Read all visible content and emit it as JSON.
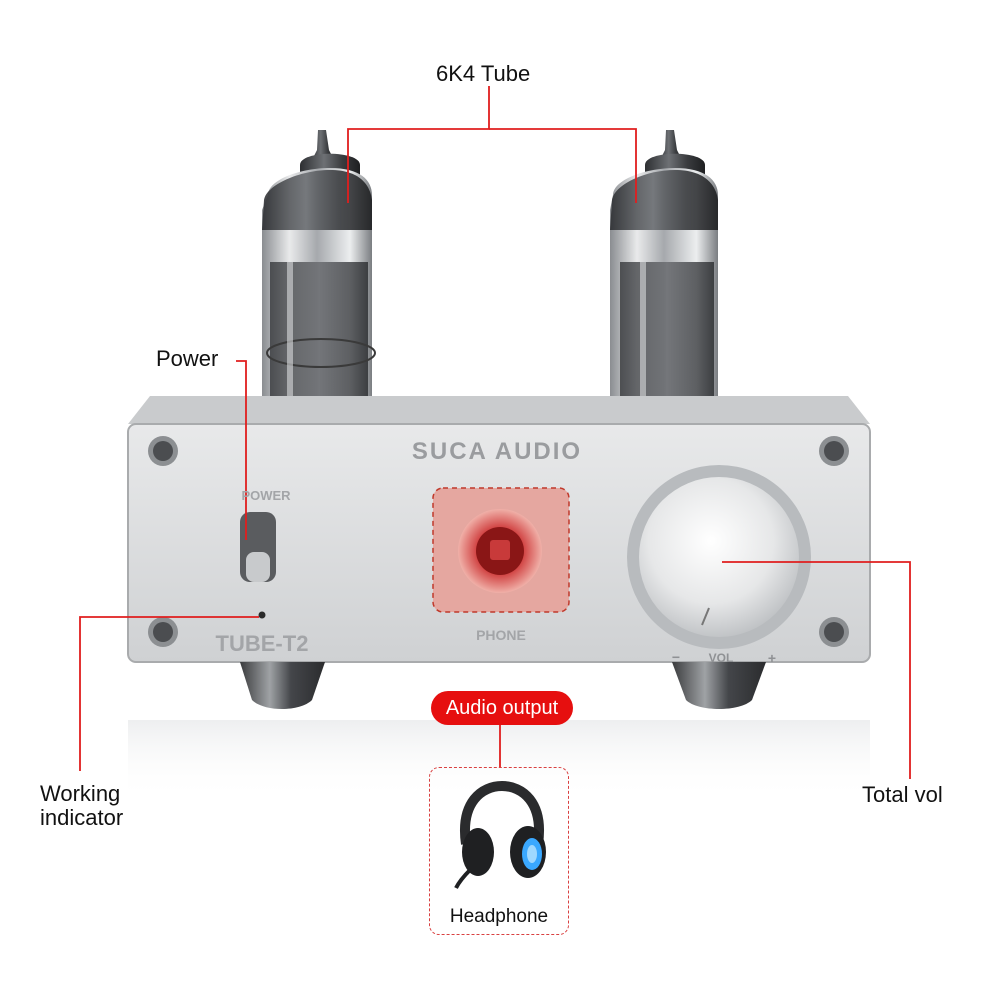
{
  "callouts": {
    "tube": "6K4 Tube",
    "power": "Power",
    "working_indicator": "Working\nindicator",
    "total_vol": "Total vol",
    "audio_output": "Audio output",
    "headphone": "Headphone"
  },
  "panel": {
    "brand": "SUCA AUDIO",
    "model": "TUBE-T2",
    "power_label": "POWER",
    "phone_label": "PHONE",
    "vol_label": "VOL",
    "vol_minus": "−",
    "vol_plus": "+"
  },
  "colors": {
    "callout_line": "#e01e1e",
    "panel": "#d9dbdd",
    "tube_glass": "#5b5e62",
    "accent": "#e60f0f"
  }
}
